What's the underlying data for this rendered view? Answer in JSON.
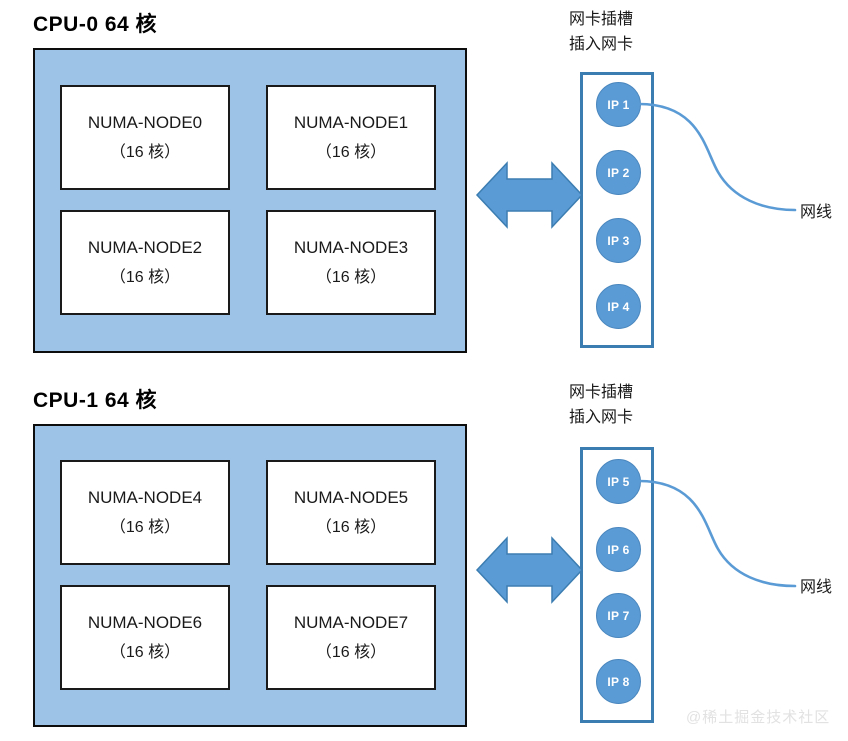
{
  "diagram": {
    "title_hidden": "",
    "colors": {
      "cpu_fill": "#9DC3E6",
      "cpu_border": "#0D0D0D",
      "numa_fill": "#FFFFFF",
      "numa_border": "#1A1A1A",
      "slot_border": "#3C7DB1",
      "circle_fill": "#5B9BD5",
      "arrow_fill": "#5B9BD5",
      "arrow_border": "#3C7DB1",
      "cable_stroke": "#5B9BD5",
      "watermark": "#E2E2E2"
    },
    "sections": [
      {
        "id": "cpu-0",
        "title": "CPU-0   64 核",
        "numa_nodes": [
          {
            "name": "NUMA-NODE0",
            "cores": "（16 核）"
          },
          {
            "name": "NUMA-NODE1",
            "cores": "（16 核）"
          },
          {
            "name": "NUMA-NODE2",
            "cores": "（16 核）"
          },
          {
            "name": "NUMA-NODE3",
            "cores": "（16 核）"
          }
        ],
        "slot": {
          "label_line1": "网卡插槽",
          "label_line2": "插入网卡",
          "ports": [
            "IP 1",
            "IP 2",
            "IP 3",
            "IP 4"
          ]
        },
        "cable_label": "网线"
      },
      {
        "id": "cpu-1",
        "title": "CPU-1   64 核",
        "numa_nodes": [
          {
            "name": "NUMA-NODE4",
            "cores": "（16 核）"
          },
          {
            "name": "NUMA-NODE5",
            "cores": "（16 核）"
          },
          {
            "name": "NUMA-NODE6",
            "cores": "（16 核）"
          },
          {
            "name": "NUMA-NODE7",
            "cores": "（16 核）"
          }
        ],
        "slot": {
          "label_line1": "网卡插槽",
          "label_line2": "插入网卡",
          "ports": [
            "IP 5",
            "IP 6",
            "IP 7",
            "IP 8"
          ]
        },
        "cable_label": "网线"
      }
    ],
    "watermark": "@稀土掘金技术社区"
  }
}
